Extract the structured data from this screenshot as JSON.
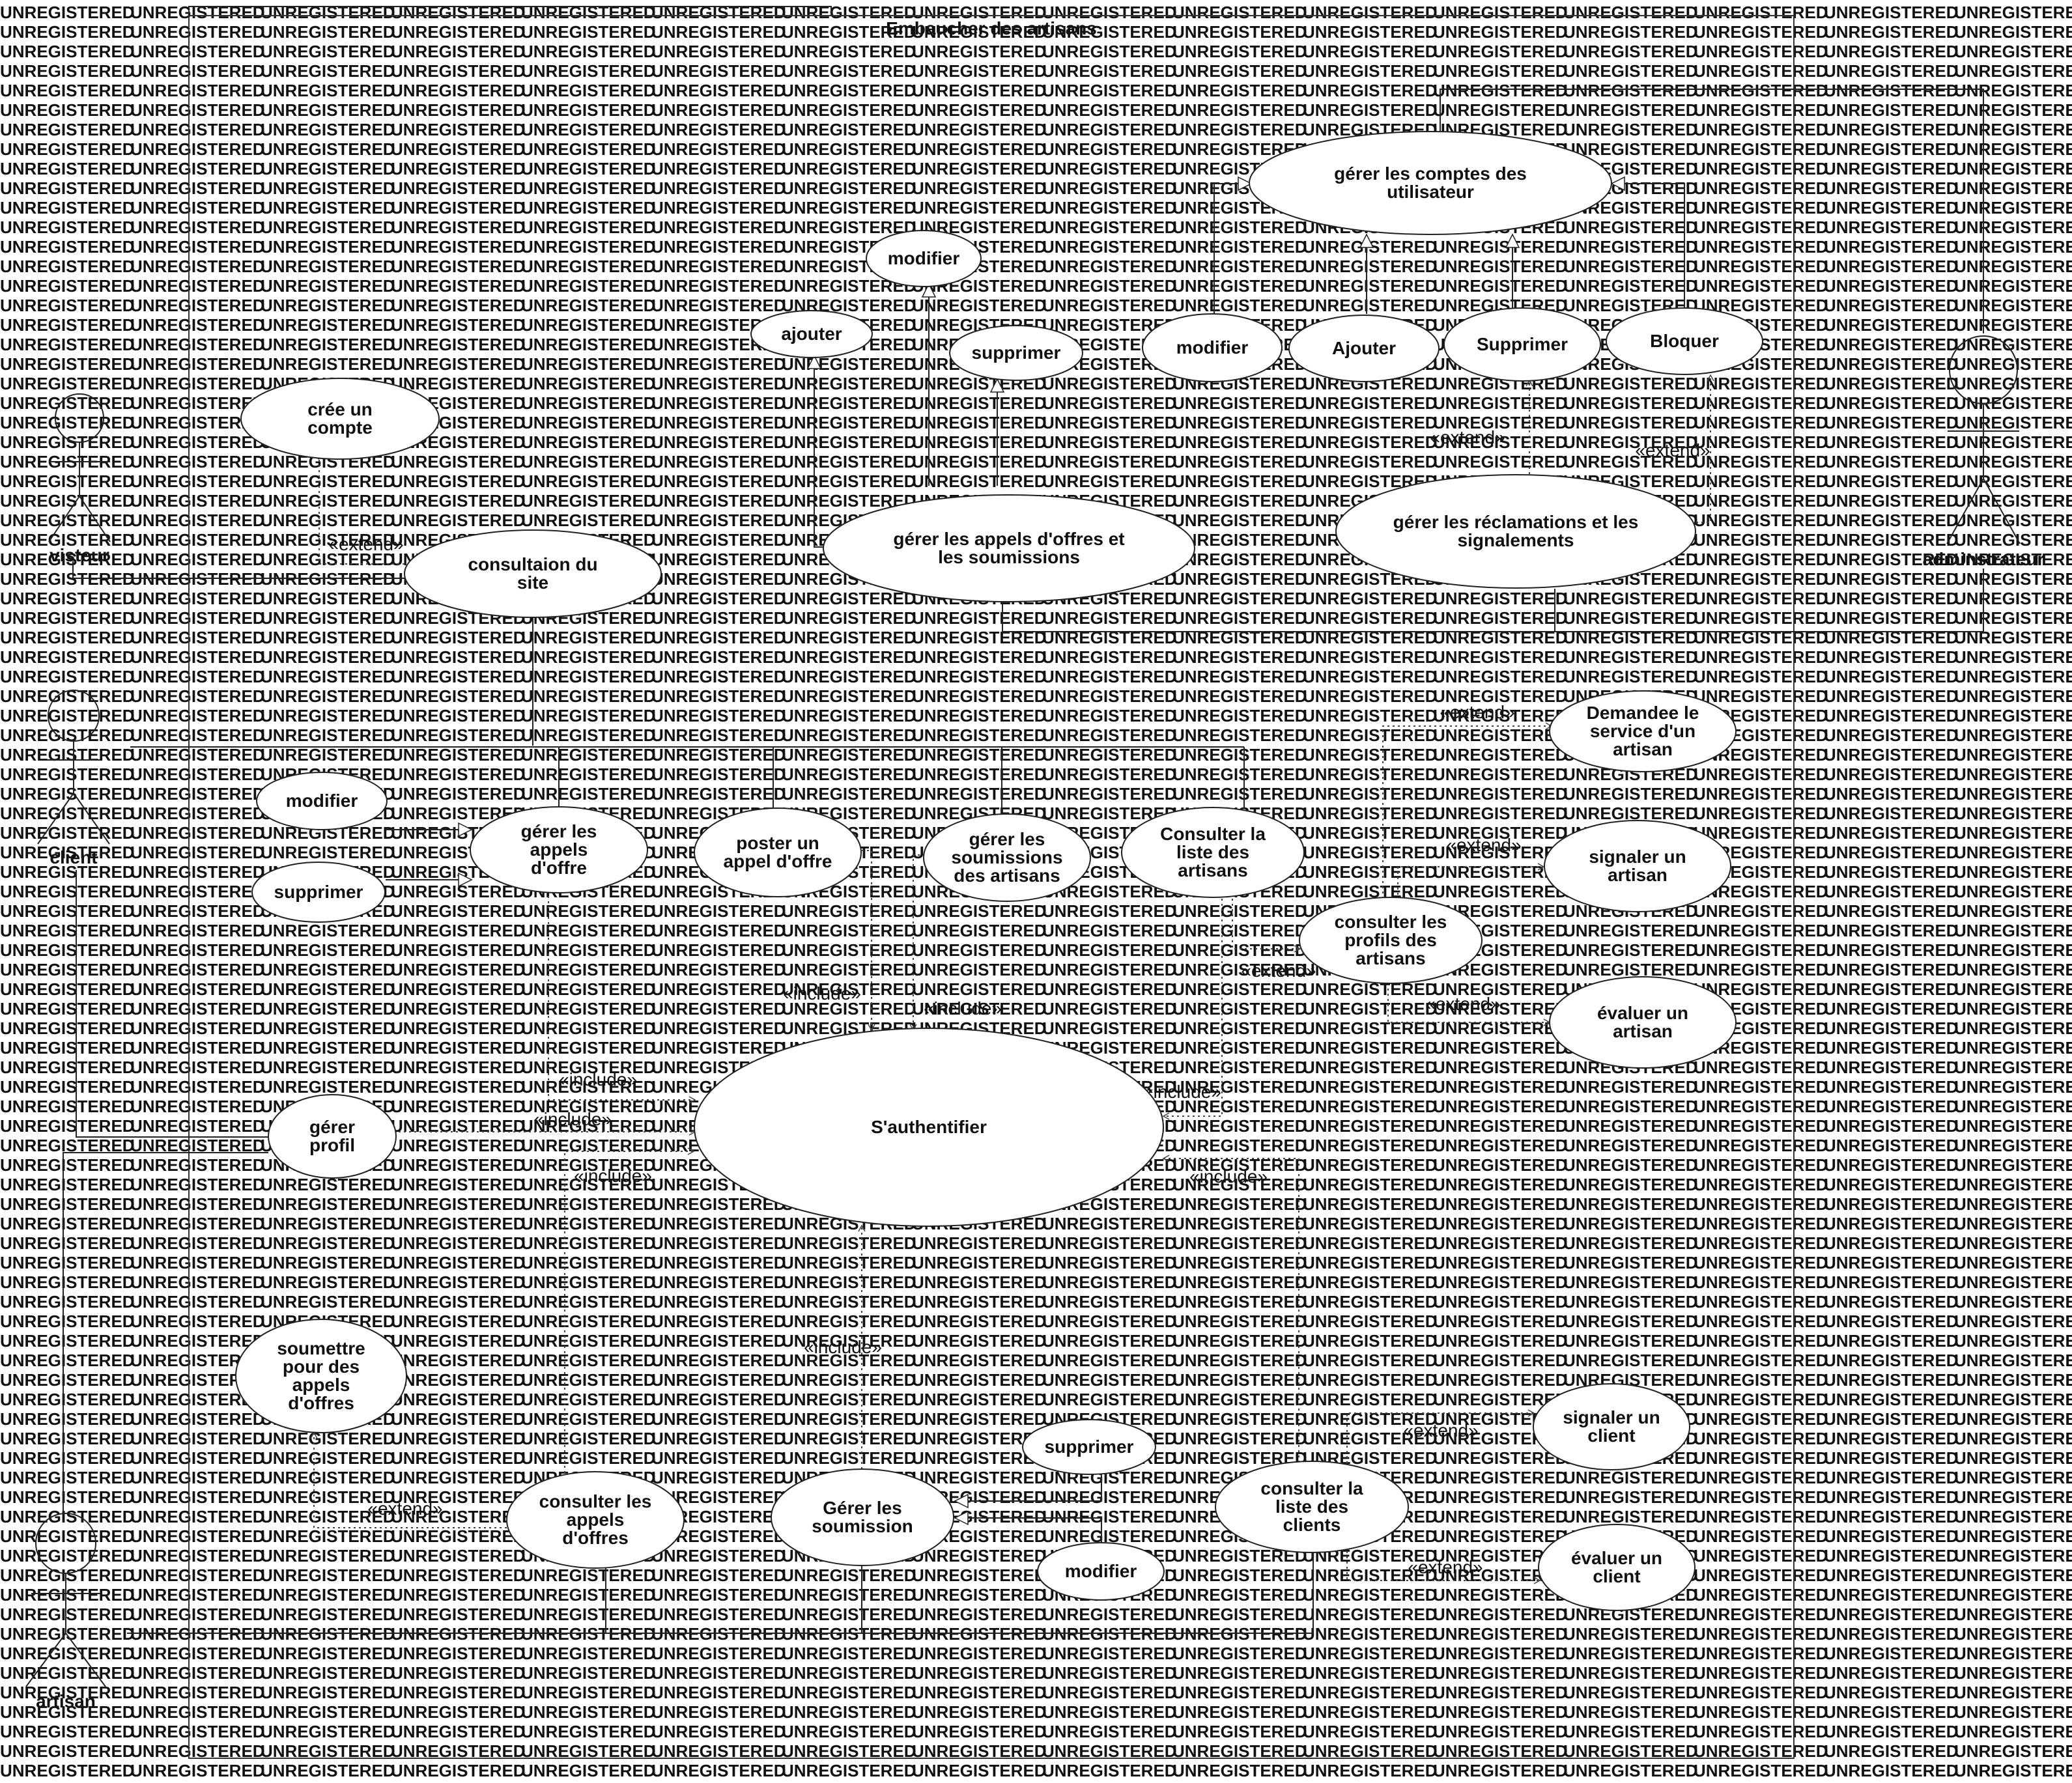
{
  "watermark": "UNREGISTERED",
  "system": {
    "title": "Embaucher des artisans"
  },
  "labels": {
    "extend": "«extend»",
    "include": "«include»"
  },
  "actors": {
    "visiteur": "visteur",
    "client": "client",
    "artisan": "artisan",
    "admin": "adminstrateur"
  },
  "usecases": {
    "cree_compte": [
      "crée un",
      "compte"
    ],
    "consultation_site": [
      "consultaion du",
      "site"
    ],
    "gerer_appels_soumissions": [
      "gérer les appels d'offres et",
      "les soumissions"
    ],
    "ajouter": [
      "ajouter"
    ],
    "modifier_top": [
      "modifier"
    ],
    "supprimer_top": [
      "supprimer"
    ],
    "gerer_comptes": [
      "gérer les comptes des",
      "utilisateur"
    ],
    "modifier_admin": [
      "modifier"
    ],
    "ajouter_admin": [
      "Ajouter"
    ],
    "supprimer_admin": [
      "Supprimer"
    ],
    "bloquer": [
      "Bloquer"
    ],
    "gerer_reclamations": [
      "gérer les réclamations et les",
      "signalements"
    ],
    "modifier_client": [
      "modifier"
    ],
    "supprimer_client": [
      "supprimer"
    ],
    "gerer_appels_offre": [
      "gérer les",
      "appels",
      "d'offre"
    ],
    "poster_appel": [
      "poster un",
      "appel d'offre"
    ],
    "gerer_soumissions_artisans": [
      "gérer les",
      "soumissions",
      "des artisans"
    ],
    "consulter_liste_artisans": [
      "Consulter la",
      "liste des",
      "artisans"
    ],
    "consulter_profils": [
      "consulter les",
      "profils des",
      "artisans"
    ],
    "demande_service": [
      "Demandee le",
      "service d'un",
      "artisan"
    ],
    "signaler_artisan": [
      "signaler un",
      "artisan"
    ],
    "evaluer_artisan": [
      "évaluer un",
      "artisan"
    ],
    "authentifier": [
      "S'authentifier"
    ],
    "gerer_profil": [
      "gérer",
      "profil"
    ],
    "soumettre": [
      "soumettre",
      "pour des",
      "appels",
      "d'offres"
    ],
    "consulter_appels": [
      "consulter les",
      "appels",
      "d'offres"
    ],
    "gerer_soumission": [
      "Gérer les",
      "soumission"
    ],
    "supprimer_art": [
      "supprimer"
    ],
    "modifier_art": [
      "modifier"
    ],
    "consulter_clients": [
      "consulter la",
      "liste des",
      "clients"
    ],
    "signaler_client": [
      "signaler un",
      "client"
    ],
    "evaluer_client": [
      "évaluer un",
      "client"
    ]
  }
}
